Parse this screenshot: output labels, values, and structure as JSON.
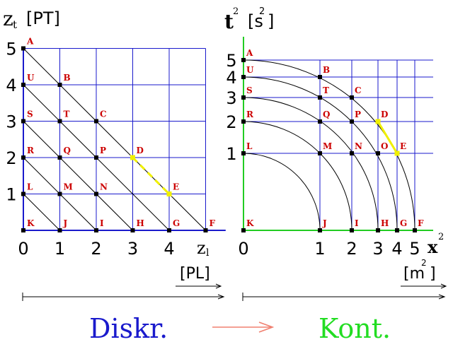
{
  "left": {
    "y_axis_label": "z",
    "y_axis_subscript": "t",
    "y_unit": "[PT]",
    "x_axis_label": "z",
    "x_axis_subscript": "l",
    "x_unit": "[PL]",
    "x_ticks": [
      "0",
      "1",
      "2",
      "3",
      "4"
    ],
    "y_ticks": [
      "1",
      "2",
      "3",
      "4",
      "5"
    ],
    "points": [
      {
        "label": "A",
        "x": 0,
        "y": 5
      },
      {
        "label": "U",
        "x": 0,
        "y": 4
      },
      {
        "label": "B",
        "x": 1,
        "y": 4
      },
      {
        "label": "S",
        "x": 0,
        "y": 3
      },
      {
        "label": "T",
        "x": 1,
        "y": 3
      },
      {
        "label": "C",
        "x": 2,
        "y": 3
      },
      {
        "label": "R",
        "x": 0,
        "y": 2
      },
      {
        "label": "Q",
        "x": 1,
        "y": 2
      },
      {
        "label": "P",
        "x": 2,
        "y": 2
      },
      {
        "label": "D",
        "x": 3,
        "y": 2
      },
      {
        "label": "L",
        "x": 0,
        "y": 1
      },
      {
        "label": "M",
        "x": 1,
        "y": 1
      },
      {
        "label": "N",
        "x": 2,
        "y": 1
      },
      {
        "label": "E",
        "x": 4,
        "y": 1
      },
      {
        "label": "K",
        "x": 0,
        "y": 0
      },
      {
        "label": "J",
        "x": 1,
        "y": 0
      },
      {
        "label": "I",
        "x": 2,
        "y": 0
      },
      {
        "label": "H",
        "x": 3,
        "y": 0
      },
      {
        "label": "G",
        "x": 4,
        "y": 0
      },
      {
        "label": "F",
        "x": 5,
        "y": 0
      }
    ]
  },
  "right": {
    "y_axis_label": "t",
    "y_axis_superscript": "2",
    "y_unit_left": "[s",
    "y_unit_sup": "2",
    "y_unit_right": "]",
    "x_axis_label": "x",
    "x_axis_superscript": "2",
    "x_unit_left": "[m",
    "x_unit_sup": "2",
    "x_unit_right": "]",
    "x_ticks": [
      "0",
      "1",
      "2",
      "3",
      "4",
      "5"
    ],
    "y_ticks": [
      "1",
      "2",
      "3",
      "4",
      "5"
    ],
    "points": [
      {
        "label": "A",
        "x": 0,
        "y": 5
      },
      {
        "label": "U",
        "x": 0,
        "y": 4
      },
      {
        "label": "B",
        "x": 1,
        "y": 4
      },
      {
        "label": "S",
        "x": 0,
        "y": 3
      },
      {
        "label": "T",
        "x": 1,
        "y": 3
      },
      {
        "label": "C",
        "x": 2,
        "y": 3
      },
      {
        "label": "R",
        "x": 0,
        "y": 2
      },
      {
        "label": "Q",
        "x": 1,
        "y": 2
      },
      {
        "label": "P",
        "x": 2,
        "y": 2
      },
      {
        "label": "D",
        "x": 3,
        "y": 2
      },
      {
        "label": "L",
        "x": 0,
        "y": 1
      },
      {
        "label": "M",
        "x": 1,
        "y": 1
      },
      {
        "label": "N",
        "x": 2,
        "y": 1
      },
      {
        "label": "O",
        "x": 3,
        "y": 1
      },
      {
        "label": "E",
        "x": 4,
        "y": 1
      },
      {
        "label": "K",
        "x": 0,
        "y": 0
      },
      {
        "label": "J",
        "x": 1,
        "y": 0
      },
      {
        "label": "I",
        "x": 2,
        "y": 0
      },
      {
        "label": "H",
        "x": 3,
        "y": 0
      },
      {
        "label": "G",
        "x": 4,
        "y": 0
      },
      {
        "label": "F",
        "x": 5,
        "y": 0
      }
    ]
  },
  "caption": {
    "left_word": "Diskr.",
    "right_word": "Kont."
  },
  "colors": {
    "grid_blue": "#1a1acc",
    "axis_green": "#22cc22",
    "label_red": "#cc0000",
    "highlight_yellow": "#f0f000",
    "arrow_salmon": "#f08070",
    "diskr_blue": "#1a1acc",
    "kont_green": "#22dd22"
  }
}
